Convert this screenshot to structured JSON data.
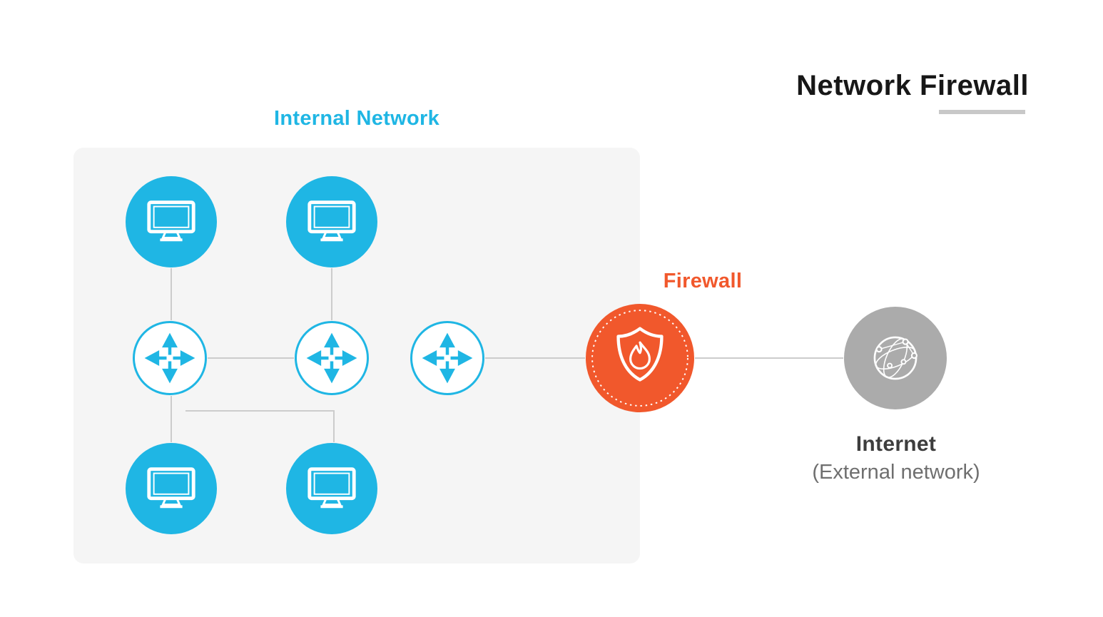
{
  "title": "Network Firewall",
  "labels": {
    "internal_network": "Internal Network",
    "firewall": "Firewall",
    "internet": "Internet",
    "internet_sub": "(External network)"
  },
  "colors": {
    "cyan": "#1fb6e4",
    "orange": "#f1582c",
    "gray_node": "#ababab",
    "connection_line": "#cccccc",
    "internal_box_bg": "#f5f5f5",
    "title_text": "#171717"
  },
  "icons": {
    "computer": "monitor-icon",
    "router": "router-arrows-icon",
    "firewall": "shield-flame-icon",
    "internet": "globe-network-icon"
  },
  "diagram": {
    "nodes": [
      {
        "id": "pc-1",
        "type": "computer",
        "area": "internal"
      },
      {
        "id": "pc-2",
        "type": "computer",
        "area": "internal"
      },
      {
        "id": "pc-3",
        "type": "computer",
        "area": "internal"
      },
      {
        "id": "pc-4",
        "type": "computer",
        "area": "internal"
      },
      {
        "id": "router-1",
        "type": "router",
        "area": "internal"
      },
      {
        "id": "router-2",
        "type": "router",
        "area": "internal"
      },
      {
        "id": "router-3",
        "type": "router",
        "area": "internal"
      },
      {
        "id": "firewall",
        "type": "firewall",
        "area": "perimeter"
      },
      {
        "id": "internet",
        "type": "internet",
        "area": "external"
      }
    ],
    "edges": [
      [
        "pc-1",
        "router-1"
      ],
      [
        "pc-2",
        "router-2"
      ],
      [
        "router-1",
        "router-2"
      ],
      [
        "router-1",
        "pc-3"
      ],
      [
        "router-1",
        "pc-4"
      ],
      [
        "router-3",
        "firewall"
      ],
      [
        "firewall",
        "internet"
      ]
    ]
  }
}
